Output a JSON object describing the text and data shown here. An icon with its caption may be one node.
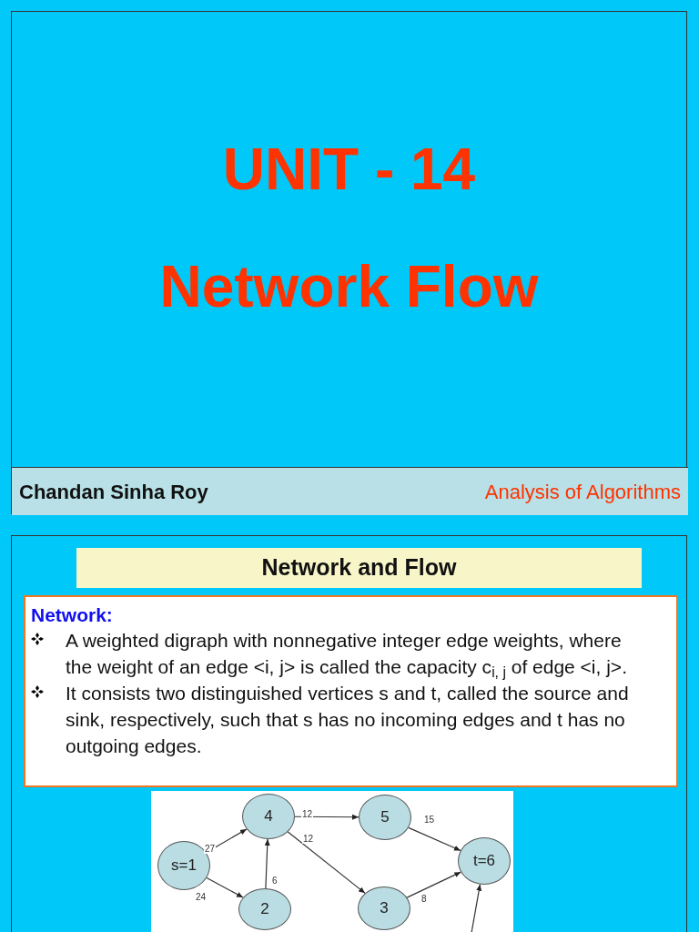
{
  "diagram": {
    "nodes": [
      {
        "text": [
          "UNIT - 14",
          "Network Flow"
        ]
      },
      {
        "text": [
          "Chandan Sinha Roy",
          "Analysis of Algorithms"
        ],
        "in": 0
      },
      {
        "text": [],
        "shape": "box"
      },
      {
        "text": [
          "Network and Flow"
        ],
        "in": 2
      },
      {
        "text": [
          "Network:",
          "A weighted digraph with nonnegative integer edge weights, where the weight of an edge <i, j> is called the capacity c$_{i, j}$ of edge <i, j>.",
          "It consists two distinguished vertices s and t, called the source and sink, respectively, such that s has no incoming edges and t has no outgoing edges."
        ],
        "in": 2
      },
      {
        "text": [],
        "shape": "box",
        "in": 2
      },
      {
        "text": [
          "s=1"
        ],
        "in": 5
      },
      {
        "text": [
          "4"
        ],
        "in": 5
      },
      {
        "text": [
          "5"
        ],
        "in": 5
      },
      {
        "text": [
          "t=6"
        ],
        "in": 5
      },
      {
        "text": [
          "2"
        ],
        "in": 5
      },
      {
        "text": [
          "3"
        ],
        "in": 5
      }
    ],
    "edges": [
      {
        "from": 6,
        "to": 7,
        "arrow": "to",
        "label": "27"
      },
      {
        "from": 6,
        "to": 10,
        "arrow": "to",
        "label": "24"
      },
      {
        "from": 10,
        "to": 7,
        "arrow": "to",
        "label": "6"
      },
      {
        "from": 7,
        "to": 8,
        "arrow": "to",
        "label": "12"
      },
      {
        "from": 7,
        "to": 11,
        "arrow": "to",
        "label": "12"
      },
      {
        "from": 8,
        "to": 9,
        "arrow": "to",
        "label": "15"
      },
      {
        "from": 11,
        "to": 9,
        "arrow": "to",
        "label": "8"
      },
      {
        "from": null,
        "to": 9,
        "arrow": "to"
      }
    ]
  }
}
